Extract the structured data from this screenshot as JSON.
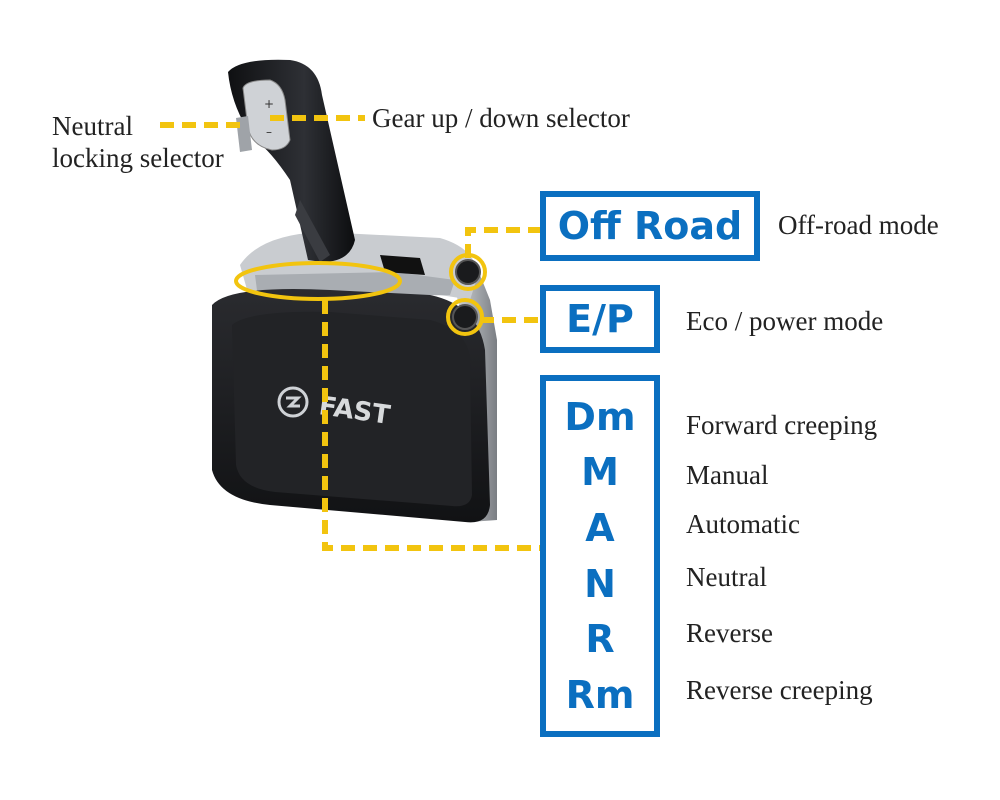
{
  "colors": {
    "accent_blue": "#0b6fc0",
    "leader_yellow": "#f2c40f",
    "body_black": "#1b1c1f",
    "chrome": "#bfc3c8"
  },
  "callouts": {
    "neutral_locking": "Neutral\nlocking selector",
    "gear_updown": "Gear up / down selector",
    "offroad_mode": "Off-road mode",
    "eco_power_mode": "Eco / power mode"
  },
  "boxes": {
    "offroad": "Off Road",
    "ep": "E/P"
  },
  "gears": [
    {
      "code": "Dm",
      "desc": "Forward creeping"
    },
    {
      "code": "M",
      "desc": "Manual"
    },
    {
      "code": "A",
      "desc": "Automatic"
    },
    {
      "code": "N",
      "desc": "Neutral"
    },
    {
      "code": "R",
      "desc": "Reverse"
    },
    {
      "code": "Rm",
      "desc": "Reverse creeping"
    }
  ],
  "device": {
    "brand_text": "FAST",
    "logo_icon": "fast-logo-icon",
    "gear_keys": [
      "+",
      "–"
    ]
  }
}
